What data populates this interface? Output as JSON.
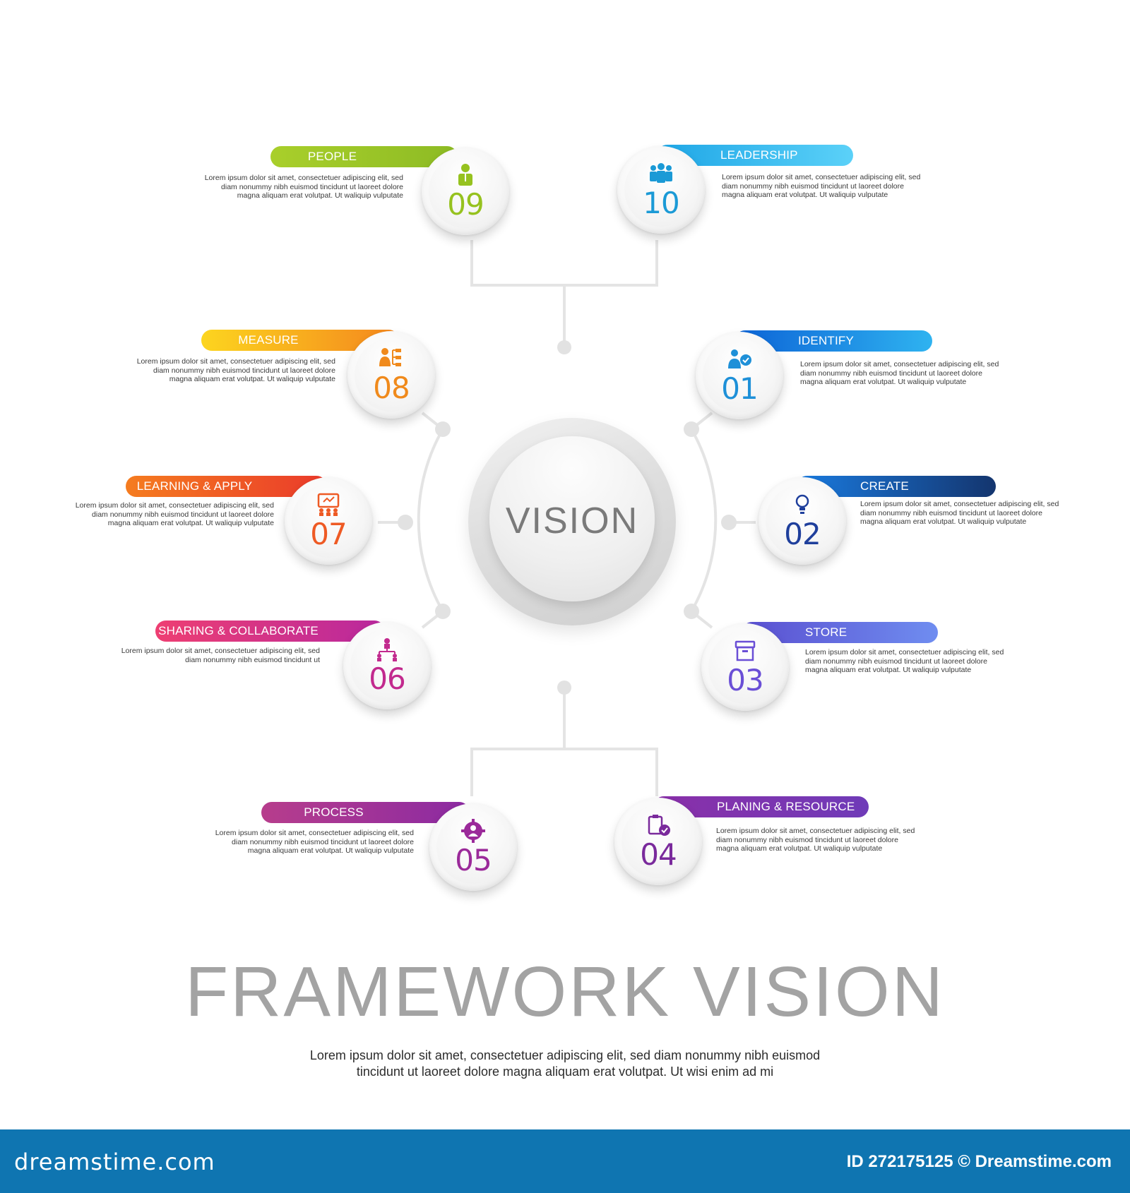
{
  "center": {
    "label": "VISION"
  },
  "title": "FRAMEWORK VISION",
  "subtitle_lines": [
    "Lorem ipsum dolor sit amet, consectetuer adipiscing elit, sed diam nonummy nibh euismod",
    "tincidunt ut laoreet dolore magna aliquam erat volutpat. Ut wisi enim ad mi"
  ],
  "items": [
    {
      "num": "01",
      "label": "IDENTIFY",
      "icon": "user-check-icon",
      "color": "#1e90d8",
      "gradient": [
        "#0c63d6",
        "#2fb3f0"
      ],
      "desc": [
        "Lorem ipsum dolor sit amet, consectetuer adipiscing elit, sed",
        "diam nonummy nibh euismod tincidunt ut laoreet dolore",
        "magna aliquam erat volutpat. Ut waliquip vulputate"
      ]
    },
    {
      "num": "02",
      "label": "CREATE",
      "icon": "lightbulb-icon",
      "color": "#1f3f9c",
      "gradient": [
        "#1a7be0",
        "#14356e"
      ],
      "desc": [
        "Lorem ipsum dolor sit amet, consectetuer adipiscing elit, sed",
        "diam nonummy nibh euismod tincidunt ut laoreet dolore",
        "magna aliquam erat volutpat. Ut waliquip vulputate"
      ]
    },
    {
      "num": "03",
      "label": "STORE",
      "icon": "archive-box-icon",
      "color": "#6a4fd6",
      "gradient": [
        "#5a4fd0",
        "#6f8df0"
      ],
      "desc": [
        "Lorem ipsum dolor sit amet, consectetuer adipiscing elit, sed",
        "diam nonummy nibh euismod tincidunt ut laoreet dolore",
        "magna aliquam erat volutpat. Ut waliquip vulputate"
      ]
    },
    {
      "num": "04",
      "label": "PLANING & RESOURCE",
      "icon": "clipboard-check-icon",
      "color": "#7a2a9c",
      "gradient": [
        "#8a2fa8",
        "#6f3bb8"
      ],
      "desc": [
        "Lorem ipsum dolor sit amet, consectetuer adipiscing elit, sed",
        "diam nonummy nibh euismod tincidunt ut laoreet dolore",
        "magna aliquam erat volutpat. Ut waliquip vulputate"
      ]
    },
    {
      "num": "05",
      "label": "PROCESS",
      "icon": "gear-person-icon",
      "color": "#9b2a9a",
      "gradient": [
        "#b73d8c",
        "#8b2aa2"
      ],
      "desc": [
        "Lorem ipsum dolor sit amet, consectetuer adipiscing elit, sed",
        "diam nonummy nibh euismod tincidunt ut laoreet dolore",
        "magna aliquam erat volutpat. Ut waliquip vulputate"
      ]
    },
    {
      "num": "06",
      "label": "SHARING & COLLABORATE",
      "icon": "team-network-icon",
      "color": "#c22a8e",
      "gradient": [
        "#ee3f72",
        "#b8289e"
      ],
      "desc": [
        "Lorem ipsum dolor sit amet, consectetuer adipiscing elit, sed",
        "diam nonummy nibh euismod tincidunt ut"
      ]
    },
    {
      "num": "07",
      "label": "LEARNING & APPLY",
      "icon": "presentation-icon",
      "color": "#ee5a24",
      "gradient": [
        "#f57c1f",
        "#ea3a2b"
      ],
      "desc": [
        "Lorem ipsum dolor sit amet, consectetuer adipiscing elit, sed",
        "diam nonummy nibh euismod tincidunt ut laoreet dolore",
        "magna aliquam erat volutpat. Ut waliquip vulputate"
      ]
    },
    {
      "num": "08",
      "label": "MEASURE",
      "icon": "org-chart-icon",
      "color": "#f08a1c",
      "gradient": [
        "#fcd51f",
        "#f4861d"
      ],
      "desc": [
        "Lorem ipsum dolor sit amet, consectetuer adipiscing elit, sed",
        "diam nonummy nibh euismod tincidunt ut laoreet dolore",
        "magna aliquam erat volutpat. Ut waliquip vulputate"
      ]
    },
    {
      "num": "09",
      "label": "PEOPLE",
      "icon": "person-icon",
      "color": "#96c21f",
      "gradient": [
        "#a9cf2b",
        "#8dbb24"
      ],
      "desc": [
        "Lorem ipsum dolor sit amet, consectetuer adipiscing elit, sed",
        "diam nonummy nibh euismod tincidunt ut laoreet dolore",
        "magna aliquam erat volutpat. Ut waliquip vulputate"
      ]
    },
    {
      "num": "10",
      "label": "LEADERSHIP",
      "icon": "group-icon",
      "color": "#1b9ad6",
      "gradient": [
        "#1ea6e6",
        "#5bd1f8"
      ],
      "desc": [
        "Lorem ipsum dolor sit amet, consectetuer adipiscing elit, sed",
        "diam nonummy nibh euismod tincidunt ut laoreet dolore",
        "magna aliquam erat volutpat. Ut waliquip vulputate"
      ]
    }
  ],
  "footer": {
    "brand": "dreamstime.com",
    "id_text": "ID 272175125 © Dreamstime.com",
    "color": "#0f75b1"
  }
}
